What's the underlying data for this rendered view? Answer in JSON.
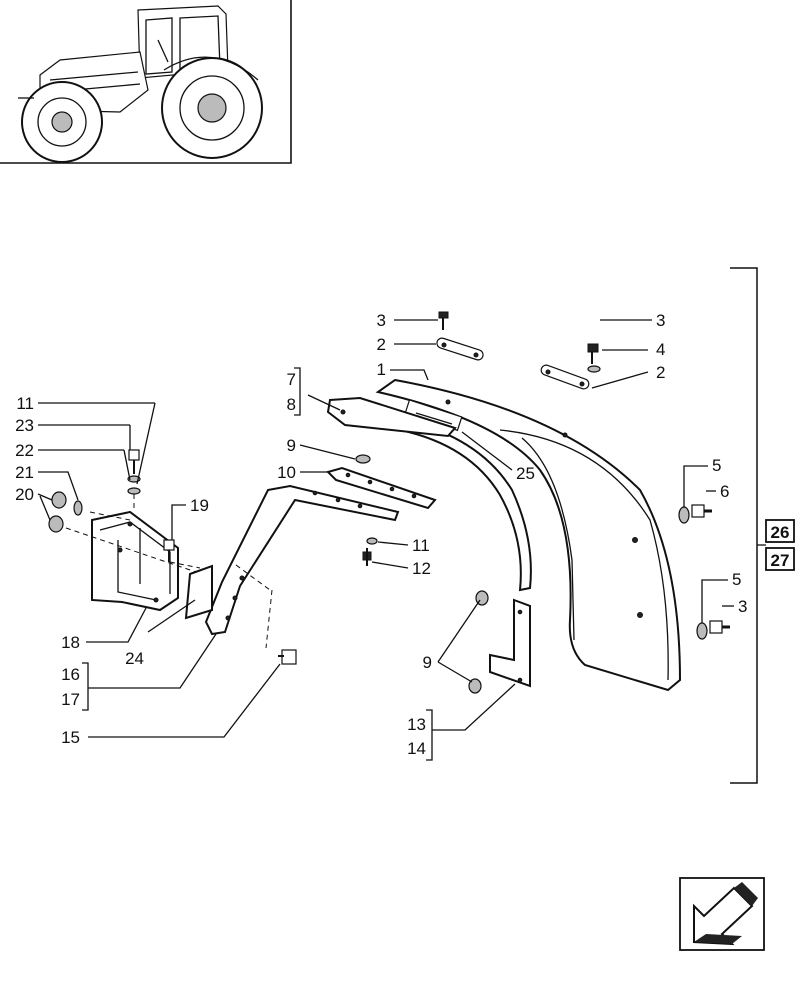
{
  "callouts": {
    "c1": "1",
    "c2a": "2",
    "c2b": "2",
    "c3a": "3",
    "c3b": "3",
    "c3c": "3",
    "c4": "4",
    "c5a": "5",
    "c5b": "5",
    "c6": "6",
    "c7": "7",
    "c8": "8",
    "c9a": "9",
    "c9b": "9",
    "c10": "10",
    "c11a": "11",
    "c11b": "11",
    "c12": "12",
    "c13": "13",
    "c14": "14",
    "c15": "15",
    "c16": "16",
    "c17": "17",
    "c18": "18",
    "c19": "19",
    "c20": "20",
    "c21": "21",
    "c22": "22",
    "c23": "23",
    "c24": "24",
    "c25": "25"
  },
  "reference_boxes": [
    "26",
    "27"
  ],
  "icons": {
    "thumbnail": "tractor-thumbnail-icon",
    "nav": "previous-page-arrow-icon"
  }
}
